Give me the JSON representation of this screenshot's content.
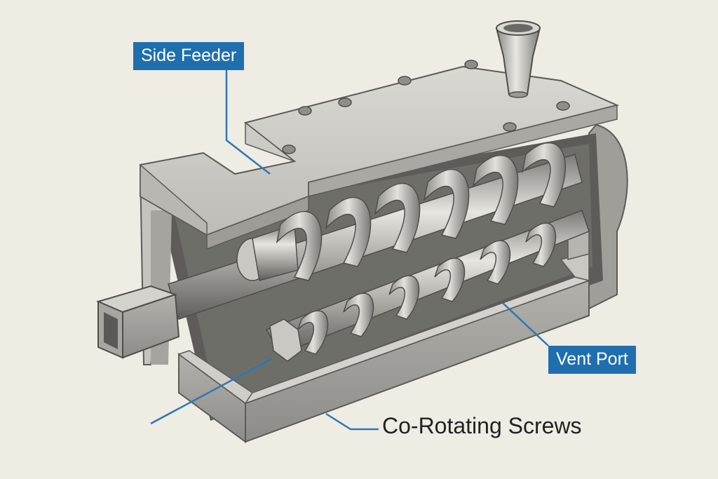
{
  "labels": {
    "side_feeder": "Side Feeder",
    "vent_port": "Vent Port",
    "co_rotating_screws": "Co-Rotating Screws"
  },
  "colors": {
    "callout_box": "#1f6fae",
    "leader_line": "#2b78b8",
    "background": "#efece4",
    "metal_light": "#d2d1cc",
    "metal_mid": "#a9a8a3",
    "metal_dark": "#6f6e6a",
    "text_dark": "#222222"
  },
  "icons": [
    "feed-port-icon",
    "bolt-icon"
  ]
}
